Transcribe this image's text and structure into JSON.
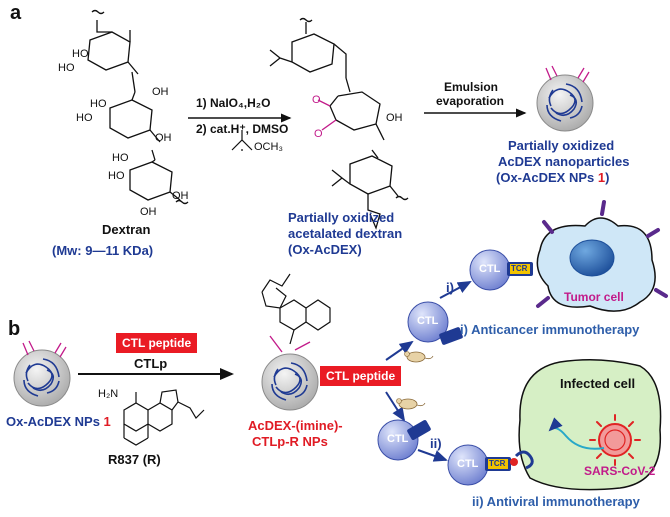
{
  "panels": {
    "a": "a",
    "b": "b"
  },
  "panel_a": {
    "reagents_line1": "1) NaIO₄,H₂O",
    "reagents_line2": "2) cat.H⁺, DMSO",
    "reagent_small": "OCH₃",
    "dextran_label": "Dextran",
    "dextran_mw": "(Mw: 9—11 KDa)",
    "ox_acdex_label": [
      "Partially oxidized",
      "acetalated dextran",
      "(Ox-AcDEX)"
    ],
    "emulsion": [
      "Emulsion",
      "evaporation"
    ],
    "np_label": [
      "Partially oxidized",
      "AcDEX nanoparticles",
      "(Ox-AcDEX NPs "
    ],
    "np_label_num": "1",
    "np_label_close": ")",
    "dextran_OH": [
      "HO",
      "HO",
      "HO",
      "HO",
      "HO",
      "OH",
      "OH",
      "OH",
      "HO",
      "OH"
    ],
    "acdex_OH": [
      "OH",
      "O",
      "O",
      "O"
    ]
  },
  "panel_b": {
    "ctl_peptide_box": "CTL peptide",
    "ctlp": "CTLp",
    "r837": "R837 (R)",
    "r837_nh2": "H₂N",
    "ox_np_label": "Ox-AcDEX NPs ",
    "ox_np_num": "1",
    "product_label": [
      "AcDEX-(imine)-",
      "CTLp-R NPs"
    ],
    "ctl_peptide_box2": "CTL peptide",
    "route_i": "i)",
    "route_ii": "ii)",
    "anticancer": "i) Anticancer immunotherapy",
    "antiviral": "ii) Antiviral immunotherapy",
    "tumor_cell": "Tumor cell",
    "infected_cell": "Infected cell",
    "sars": "SARS-CoV-2",
    "ctl": "CTL",
    "tcr": "TCR"
  },
  "colors": {
    "navy": "#1f3a93",
    "red": "#e01b24",
    "magenta": "#c21b8a",
    "cell_blue": "#7d8fd8",
    "tumor_fill": "#cfe7f7",
    "infected_fill": "#d6efc5",
    "tcr_yellow": "#f2c300",
    "virus_red": "#e02424"
  }
}
